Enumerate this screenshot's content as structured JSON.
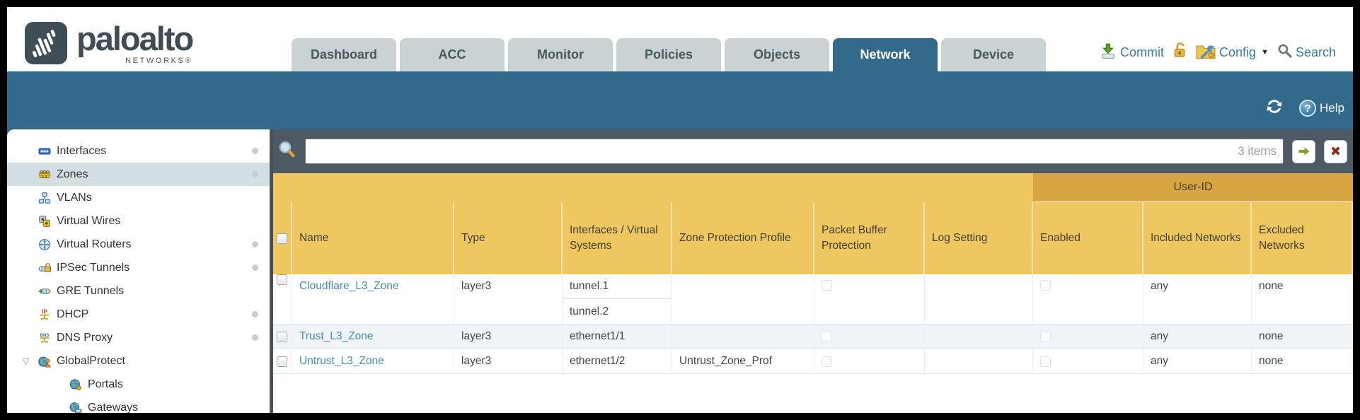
{
  "header": {
    "brand": "paloalto",
    "brand_sub": "NETWORKS®",
    "tabs": [
      {
        "label": "Dashboard",
        "active": false
      },
      {
        "label": "ACC",
        "active": false
      },
      {
        "label": "Monitor",
        "active": false
      },
      {
        "label": "Policies",
        "active": false
      },
      {
        "label": "Objects",
        "active": false
      },
      {
        "label": "Network",
        "active": true
      },
      {
        "label": "Device",
        "active": false
      }
    ],
    "utilities": {
      "commit": "Commit",
      "config": "Config",
      "search": "Search"
    }
  },
  "band": {
    "help_label": "Help"
  },
  "sidebar": {
    "items": [
      {
        "label": "Interfaces",
        "icon": "interfaces-icon",
        "dot": true,
        "selected": false,
        "indent": false,
        "expandable": false
      },
      {
        "label": "Zones",
        "icon": "zones-icon",
        "dot": true,
        "selected": true,
        "indent": false,
        "expandable": false
      },
      {
        "label": "VLANs",
        "icon": "vlans-icon",
        "dot": false,
        "selected": false,
        "indent": false,
        "expandable": false
      },
      {
        "label": "Virtual Wires",
        "icon": "virtual-wires-icon",
        "dot": false,
        "selected": false,
        "indent": false,
        "expandable": false
      },
      {
        "label": "Virtual Routers",
        "icon": "virtual-routers-icon",
        "dot": true,
        "selected": false,
        "indent": false,
        "expandable": false
      },
      {
        "label": "IPSec Tunnels",
        "icon": "ipsec-tunnels-icon",
        "dot": true,
        "selected": false,
        "indent": false,
        "expandable": false
      },
      {
        "label": "GRE Tunnels",
        "icon": "gre-tunnels-icon",
        "dot": false,
        "selected": false,
        "indent": false,
        "expandable": false
      },
      {
        "label": "DHCP",
        "icon": "dhcp-icon",
        "dot": true,
        "selected": false,
        "indent": false,
        "expandable": false
      },
      {
        "label": "DNS Proxy",
        "icon": "dns-proxy-icon",
        "dot": true,
        "selected": false,
        "indent": false,
        "expandable": false
      },
      {
        "label": "GlobalProtect",
        "icon": "globalprotect-icon",
        "dot": false,
        "selected": false,
        "indent": false,
        "expandable": true
      },
      {
        "label": "Portals",
        "icon": "portals-icon",
        "dot": false,
        "selected": false,
        "indent": true,
        "expandable": false
      },
      {
        "label": "Gateways",
        "icon": "gateways-icon",
        "dot": false,
        "selected": false,
        "indent": true,
        "expandable": false
      }
    ]
  },
  "toolbar": {
    "items_count": "3 items"
  },
  "table": {
    "group_header": "User-ID",
    "columns": [
      "Name",
      "Type",
      "Interfaces / Virtual Systems",
      "Zone Protection Profile",
      "Packet Buffer Protection",
      "Log Setting",
      "Enabled",
      "Included Networks",
      "Excluded Networks"
    ],
    "rows": [
      {
        "name": "Cloudflare_L3_Zone",
        "type": "layer3",
        "interfaces": [
          "tunnel.1",
          "tunnel.2"
        ],
        "zone_protection_profile": "",
        "log_setting": "",
        "included_networks": "any",
        "excluded_networks": "none"
      },
      {
        "name": "Trust_L3_Zone",
        "type": "layer3",
        "interfaces": [
          "ethernet1/1"
        ],
        "zone_protection_profile": "",
        "log_setting": "",
        "included_networks": "any",
        "excluded_networks": "none"
      },
      {
        "name": "Untrust_L3_Zone",
        "type": "layer3",
        "interfaces": [
          "ethernet1/2"
        ],
        "zone_protection_profile": "Untrust_Zone_Prof",
        "log_setting": "",
        "included_networks": "any",
        "excluded_networks": "none"
      }
    ]
  },
  "colors": {
    "teal": "#336a8c",
    "gold": "#eec761",
    "goldDark": "#d8a640",
    "link": "#4a8bb0",
    "searchgray": "#4d5a63"
  }
}
